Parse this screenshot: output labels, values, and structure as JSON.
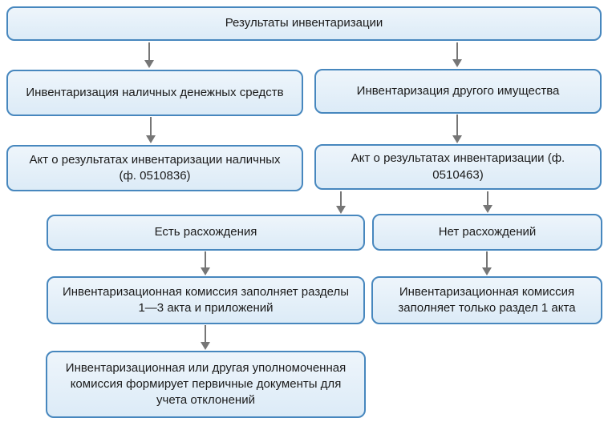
{
  "diagram_title": "Результаты инвентаризации",
  "colors": {
    "box_border": "#4787be",
    "box_fill_top": "#eef5fb",
    "box_fill_bottom": "#dcebf7",
    "arrow_color": "#767676",
    "text_color": "#1b1b1b",
    "page_bg": "#ffffff"
  },
  "flowchart": {
    "nodes": [
      {
        "id": "inventory-results",
        "text": "Результаты инвентаризации"
      },
      {
        "id": "cash-inventory",
        "text": "Инвентаризация наличных денежных средств"
      },
      {
        "id": "other-property-inventory",
        "text": "Инвентаризация другого имущества"
      },
      {
        "id": "cash-act",
        "text": "Акт о результатах инвентаризации наличных (ф. 0510836)"
      },
      {
        "id": "property-act",
        "text": "Акт о результатах инвентаризации (ф. 0510463)"
      },
      {
        "id": "discrepancies-found",
        "text": "Есть расхождения"
      },
      {
        "id": "no-discrepancies",
        "text": "Нет расхождений"
      },
      {
        "id": "commission-fills-sections-1-3",
        "text": "Инвентаризационная комиссия заполняет разделы 1—3 акта и приложений"
      },
      {
        "id": "commission-fills-section-1",
        "text": "Инвентаризационная комиссия заполняет только раздел 1 акта"
      },
      {
        "id": "primary-documents",
        "text": "Инвентаризационная или другая уполномоченная комиссия формирует первичные документы для учета отклонений"
      }
    ],
    "connections": [
      {
        "from": "inventory-results",
        "to": "cash-inventory"
      },
      {
        "from": "inventory-results",
        "to": "other-property-inventory"
      },
      {
        "from": "cash-inventory",
        "to": "cash-act"
      },
      {
        "from": "other-property-inventory",
        "to": "property-act"
      },
      {
        "from": "property-act",
        "to": "discrepancies-found"
      },
      {
        "from": "property-act",
        "to": "no-discrepancies"
      },
      {
        "from": "discrepancies-found",
        "to": "commission-fills-sections-1-3"
      },
      {
        "from": "no-discrepancies",
        "to": "commission-fills-section-1"
      },
      {
        "from": "commission-fills-sections-1-3",
        "to": "primary-documents"
      }
    ]
  }
}
